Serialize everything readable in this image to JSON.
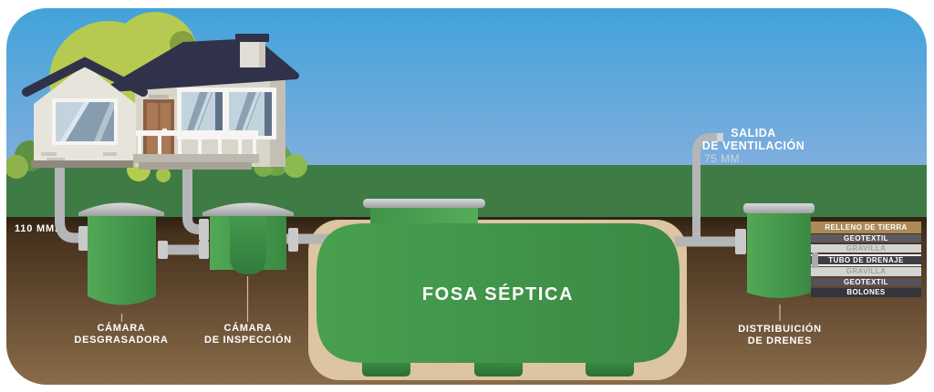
{
  "scene": {
    "inlet_pipe_size": "110 MM.",
    "grease_chamber_label": "CÁMARA\nDESGRASADORA",
    "inspection_chamber_label": "CÁMARA\nDE INSPECCIÓN",
    "septic_tank_label": "FOSA SÉPTICA",
    "vent_label": "SALIDA\nDE VENTILACIÓN",
    "vent_pipe_size": "75 MM.",
    "drain_distribution_label": "DISTRIBUICIÓN\nDE DRENES",
    "drainfield_layers": [
      {
        "label": "RELLENO DE TIERRA",
        "bg": "#ac8a57",
        "fg": "#ffffff"
      },
      {
        "label": "GEOTEXTIL",
        "bg": "#5c5a60",
        "fg": "#ffffff"
      },
      {
        "label": "GRAVILLA",
        "bg": "#d4d4d4",
        "fg": "#a0a0a2"
      },
      {
        "label": "TUBO DE DRENAJE",
        "bg": "#3f3e44",
        "fg": "#ffffff"
      },
      {
        "label": "GRAVILLA",
        "bg": "#d4d4d4",
        "fg": "#a0a0a2"
      },
      {
        "label": "GEOTEXTIL",
        "bg": "#545258",
        "fg": "#ffffff"
      },
      {
        "label": "BOLONES",
        "bg": "#36343c",
        "fg": "#ffffff"
      }
    ],
    "colors": {
      "sky_top": "#3fa2da",
      "sky_bottom": "#7faedd",
      "grass": "#3f7b45",
      "soil_top": "#2f2113",
      "soil_bottom": "#8c6e4c",
      "pit": "#dcc5a0",
      "tank_green": "#46a04d",
      "pipe_gray": "#b3b5b7",
      "roof": "#303249"
    }
  }
}
